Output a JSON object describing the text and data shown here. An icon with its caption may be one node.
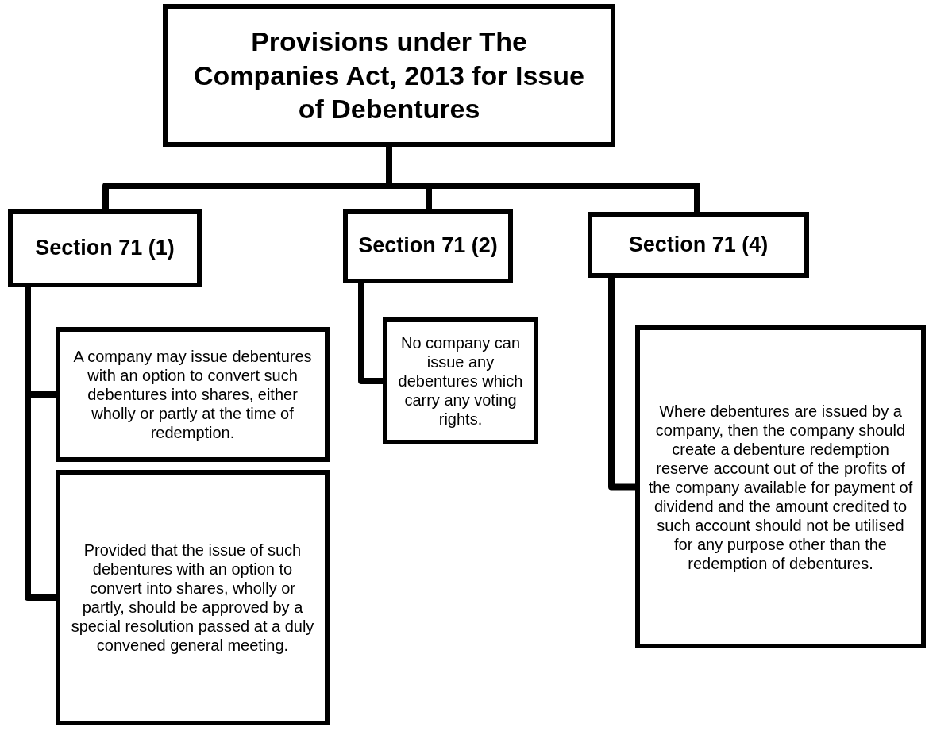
{
  "diagram": {
    "nodes": [
      {
        "text": [
          "Provisions under The Companies Act, 2013 for Issue of Debentures"
        ]
      },
      {
        "text": [
          "Section 71 (1)"
        ]
      },
      {
        "text": [
          "Section 71 (2)"
        ]
      },
      {
        "text": [
          "Section 71 (4)"
        ]
      },
      {
        "text": [
          "A company may issue debentures with an option to convert such debentures into shares, either wholly or partly at the time of redemption."
        ]
      },
      {
        "text": [
          "Provided that the issue of such debentures with an option to convert into shares, wholly or partly, should be approved by a special resolution passed at a duly convened general meeting."
        ]
      },
      {
        "text": [
          "No company can issue any debentures which carry any voting rights."
        ]
      },
      {
        "text": [
          "Where debentures are issued by a company, then the company should create a debenture redemption reserve account out of the profits of the company available for payment of dividend and the amount credited to such account should not be utilised for any purpose other than the redemption of debentures."
        ]
      }
    ],
    "edges": [
      {
        "from": 0,
        "to": 1,
        "arrow": "none"
      },
      {
        "from": 0,
        "to": 2,
        "arrow": "none"
      },
      {
        "from": 0,
        "to": 3,
        "arrow": "none"
      },
      {
        "from": 1,
        "to": 4,
        "arrow": "none"
      },
      {
        "from": 1,
        "to": 5,
        "arrow": "none"
      },
      {
        "from": 2,
        "to": 6,
        "arrow": "none"
      },
      {
        "from": 3,
        "to": 7,
        "arrow": "none"
      }
    ]
  }
}
